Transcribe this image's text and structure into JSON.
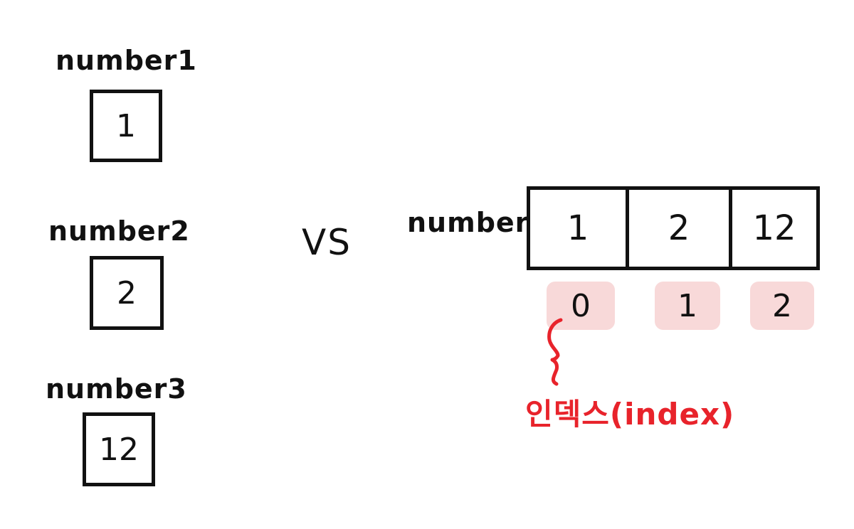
{
  "variables": [
    {
      "label": "number1",
      "value": "1"
    },
    {
      "label": "number2",
      "value": "2"
    },
    {
      "label": "number3",
      "value": "12"
    }
  ],
  "vs": "VS",
  "array": {
    "label": "number",
    "values": [
      "1",
      "2",
      "12"
    ],
    "indices": [
      "0",
      "1",
      "2"
    ]
  },
  "index_caption": "인덱스(index)",
  "colors": {
    "ink": "#111111",
    "index_highlight": "#f8d9d9",
    "annotation": "#e8232b"
  }
}
